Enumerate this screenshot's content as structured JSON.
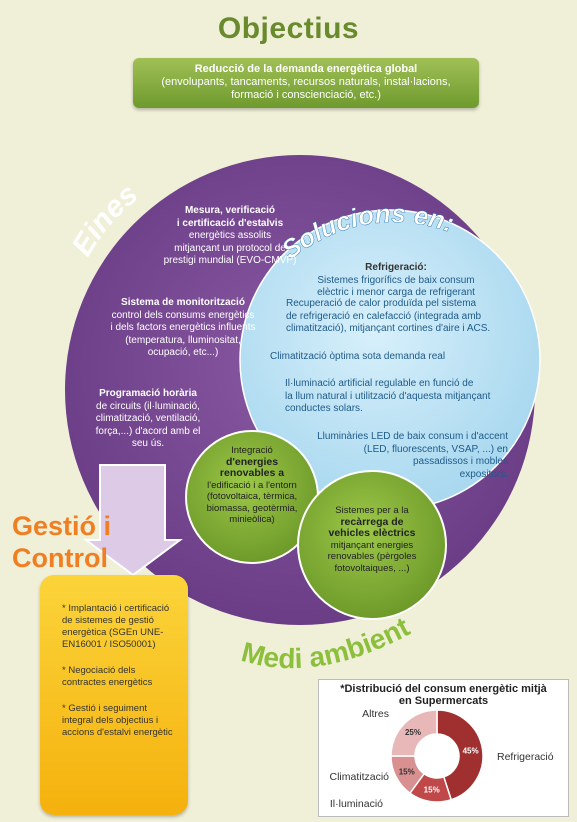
{
  "title": "Objectius",
  "objective": {
    "line1": "Reducció de la demanda energètica global",
    "line2": "(envolupants, tancaments, recursos naturals, instal·lacions,",
    "line3": "formació i conscienciació, etc.)"
  },
  "labels": {
    "eines": "Eines",
    "solucions": "Solucions en:",
    "medi": "Medi ambient",
    "gestio1": "Gestió i",
    "gestio2": "Control"
  },
  "eines": {
    "mesura": [
      "Mesura, verificació",
      "i certificació d'estalvis",
      "energètics assolits",
      "mitjançant un protocol de",
      "prestigi mundial (EVO-CMVP)"
    ],
    "monitor": [
      "Sistema de monitorització",
      "control dels consums energètics",
      "i dels factors energètics influents",
      "(temperatura, lluminositat,",
      "ocupació, etc...)"
    ],
    "program": [
      "Programació horària",
      "de circuits (il·luminació,",
      "climatització, ventilació,",
      "força,...) d'acord amb el",
      "seu ús."
    ]
  },
  "solucions": {
    "refrig_title": "Refrigeració:",
    "refrig": [
      "Sistemes frigorífics de baix consum",
      "elèctric i menor carga de refrigerant"
    ],
    "calor": [
      "Recuperació de calor produïda pel sistema",
      "de refrigeració en calefacció (integrada amb",
      "climatització), mitjançant cortines d'aire i ACS."
    ],
    "clima": "Climatització òptima sota demanda real",
    "illum": [
      "Il·luminació artificial regulable en funció de",
      "la llum natural i utilització d'aquesta mitjançant",
      "conductes solars."
    ],
    "led": [
      "Lluminàries LED de baix consum i d'accent",
      "(LED, fluorescents, VSAP, ...) en",
      "passadissos i mobles",
      "expositors."
    ]
  },
  "renovables": [
    "Integració",
    "d'energies",
    "renovables a",
    "l'edificació i a l'entorn",
    "(fotovoltaica, tèrmica,",
    "biomassa, geotèrmia,",
    "minieòlica)"
  ],
  "vehicles": [
    "Sistemes per a la",
    "recàrrega de",
    "vehicles elèctrics",
    "mitjançant energies",
    "renovables (pèrgoles",
    "fotovoltaiques, ...)"
  ],
  "gestio_items": [
    "*   Implantació i certificació de sistemes de gestió energètica (SGEn UNE-EN16001 / ISO50001)",
    "*   Negociació dels contractes energètics",
    "*   Gestió i seguiment integral dels objectius i accions d'estalvi energètic"
  ],
  "colors": {
    "purple": "#7a4b94",
    "green": "#6a8a2e",
    "blue_circle": "#bfe3f5",
    "orange": "#f07f23",
    "yellow": "#f8c020"
  },
  "chart_data": {
    "type": "pie",
    "title": "*Distribució del consum energètic mitjà en Supermercats",
    "categories": [
      "Refrigeració",
      "Il·luminació",
      "Climatització",
      "Altres"
    ],
    "values": [
      45,
      15,
      15,
      25
    ],
    "value_labels": [
      "45%",
      "15%",
      "15%",
      "25%"
    ],
    "colors": [
      "#a03030",
      "#c04848",
      "#d89090",
      "#e8b8b8"
    ]
  }
}
